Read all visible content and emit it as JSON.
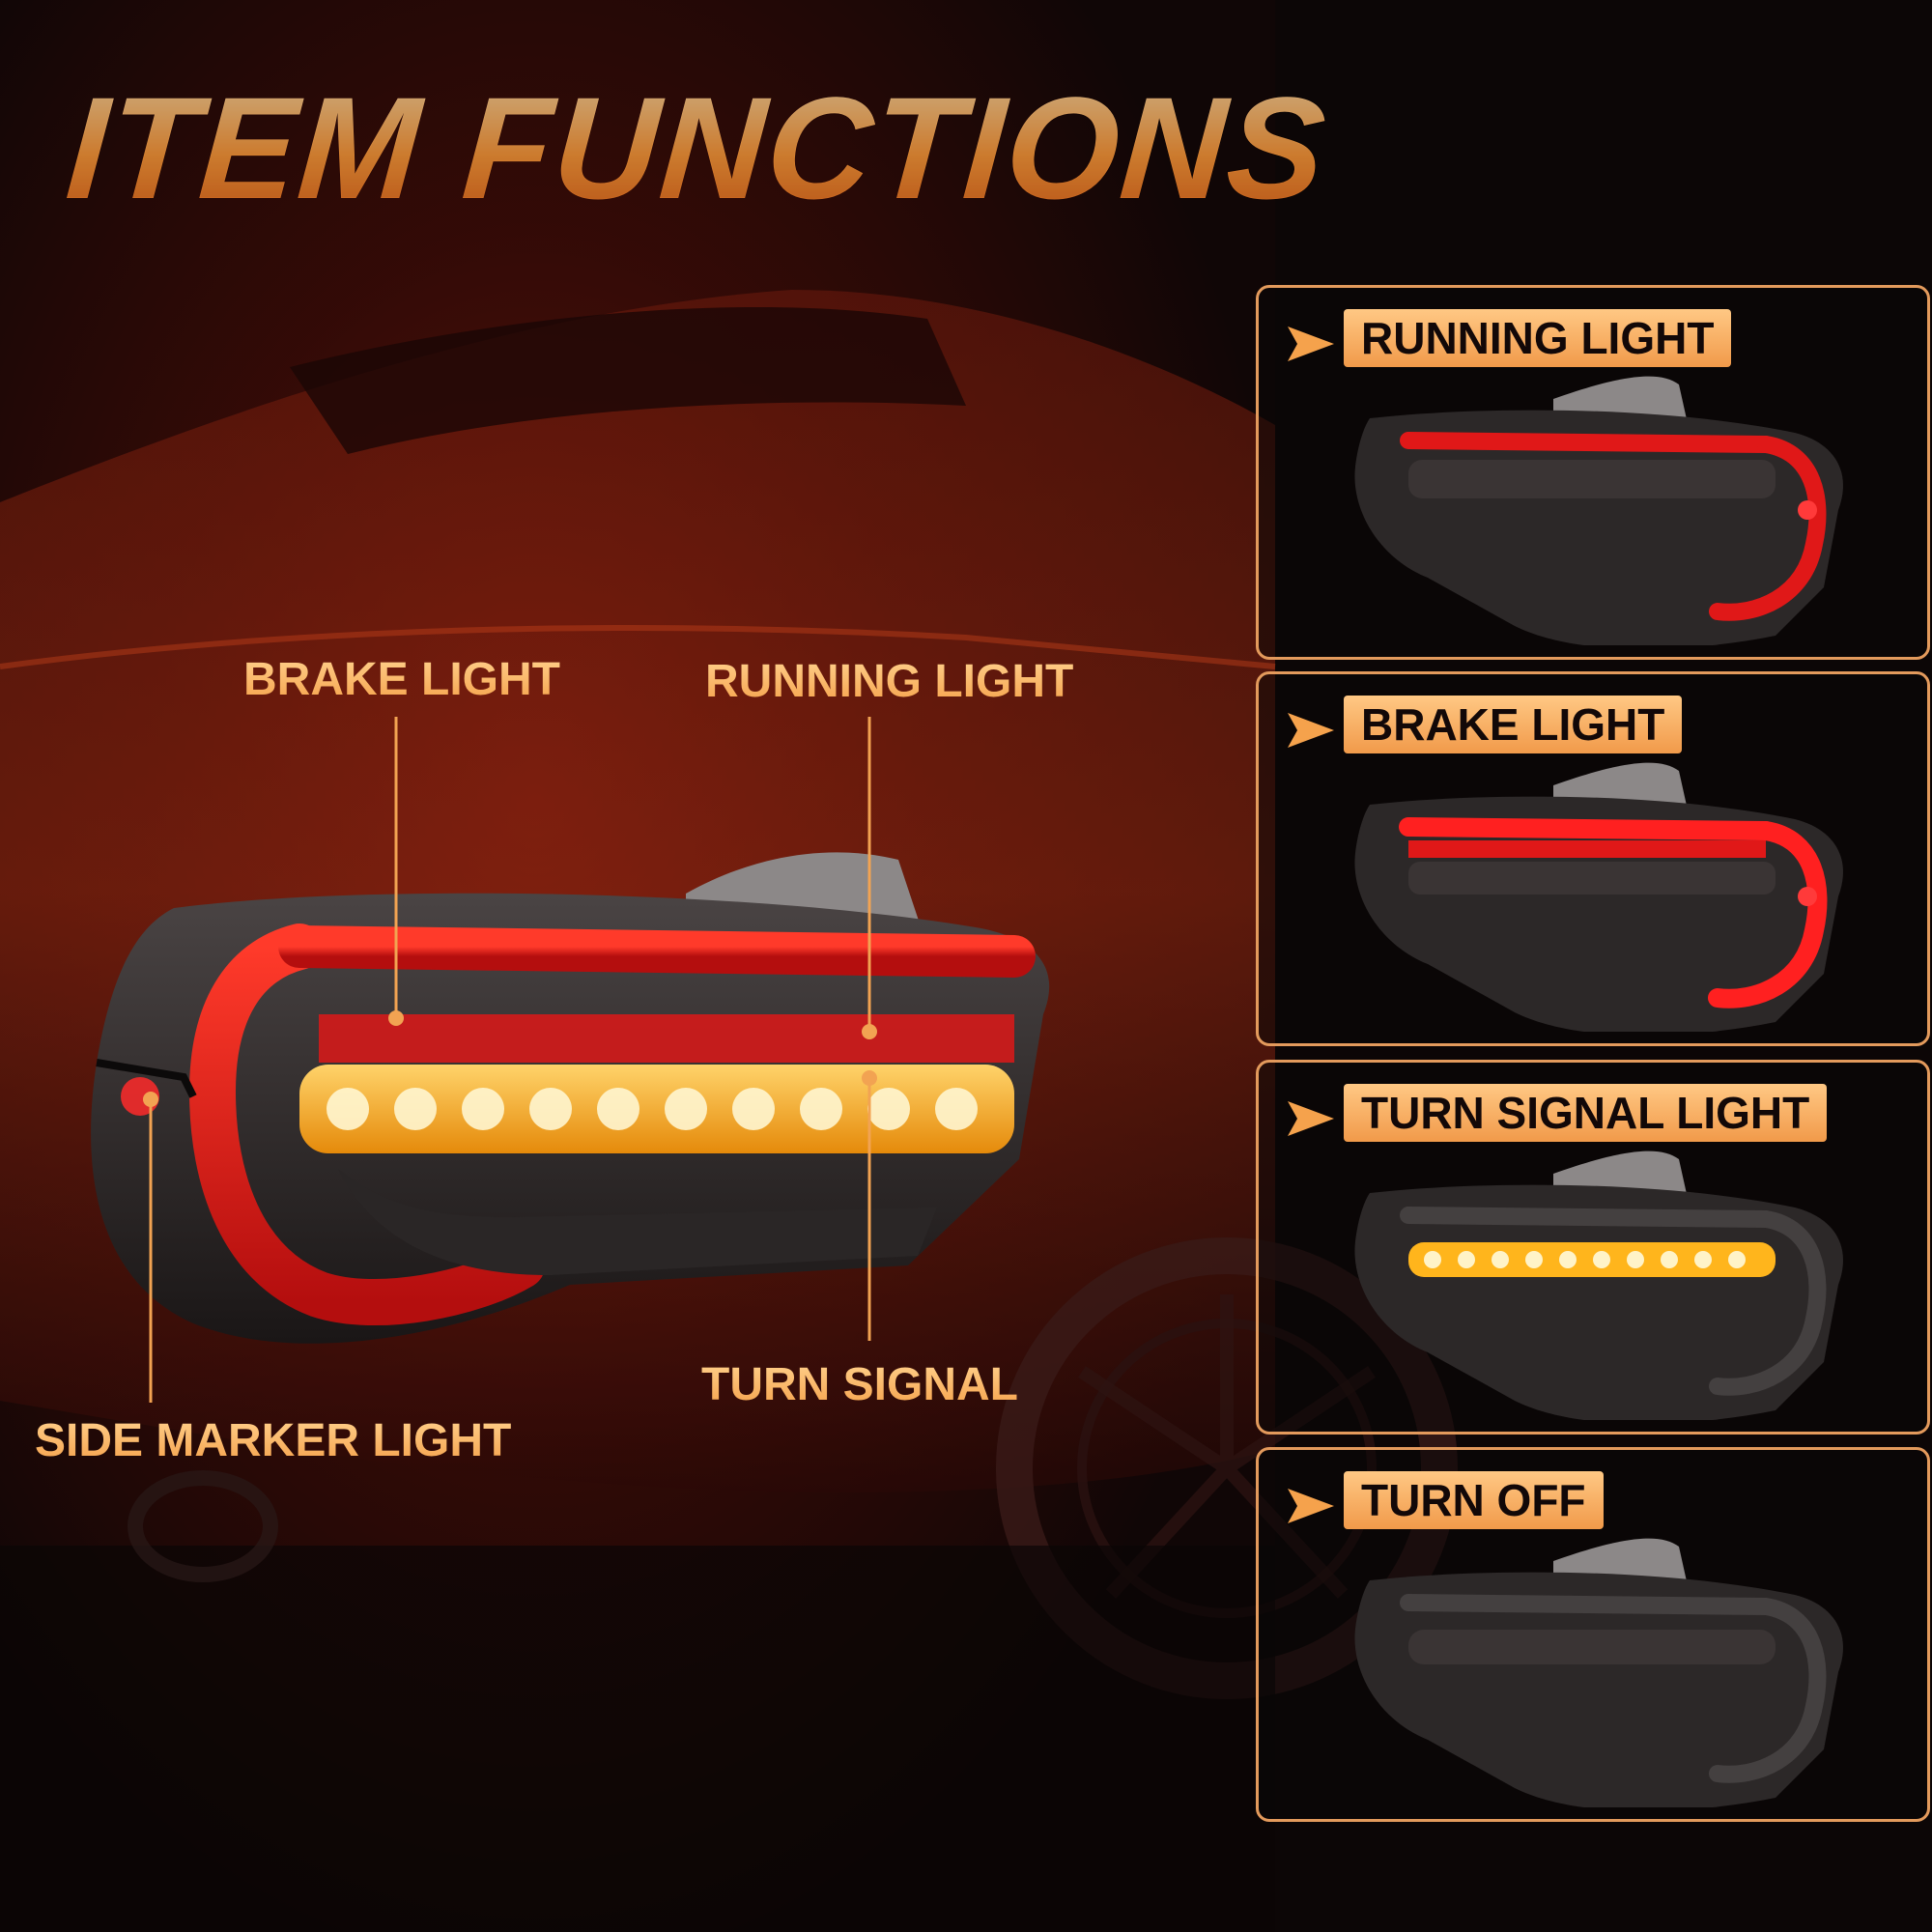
{
  "title": "ITEM FUNCTIONS",
  "callouts": {
    "brake": "BRAKE LIGHT",
    "running": "RUNNING LIGHT",
    "turn": "TURN SIGNAL",
    "side_marker": "SIDE MARKER LIGHT"
  },
  "panels": [
    {
      "label": "RUNNING LIGHT",
      "mode": "running"
    },
    {
      "label": "BRAKE LIGHT",
      "mode": "brake"
    },
    {
      "label": "TURN SIGNAL LIGHT",
      "mode": "turn"
    },
    {
      "label": "TURN OFF",
      "mode": "off"
    }
  ],
  "colors": {
    "accent": "#f5a24c",
    "panel_border": "#e39a5c",
    "red_light": "#e01818",
    "amber_light": "#ffb51c"
  }
}
